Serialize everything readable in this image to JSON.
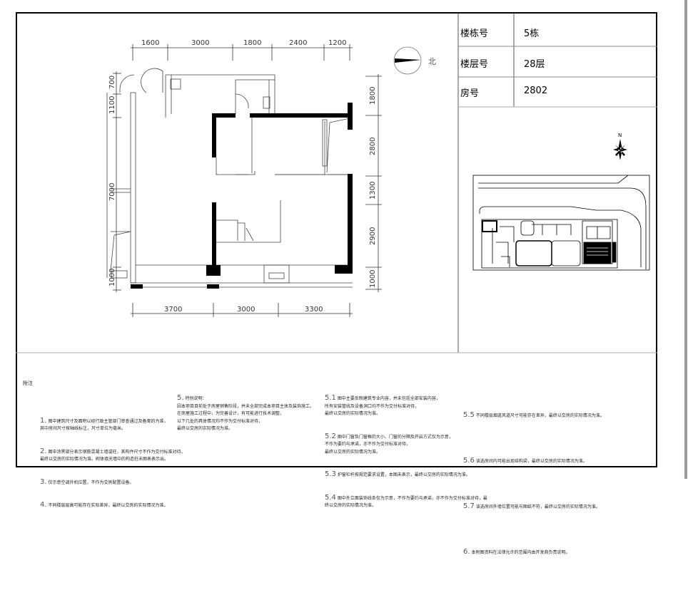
{
  "title_block": {
    "building_label": "楼栋号",
    "building_value": "5栋",
    "floor_label": "楼层号",
    "floor_value": "28层",
    "room_label": "房号",
    "room_value": "2802"
  },
  "north_label": "北",
  "site_compass_label": "N",
  "dimensions": {
    "top": [
      "1600",
      "3000",
      "1800",
      "2400",
      "1200"
    ],
    "bottom": [
      "3700",
      "3000",
      "3300"
    ],
    "right": [
      "1800",
      "2800",
      "1300",
      "2900",
      "1000"
    ],
    "left": [
      "700",
      "1100",
      "7000",
      "1000"
    ]
  },
  "notes": {
    "heading": "附注",
    "col1": [
      {
        "num": "1.",
        "text": "图中建筑尺寸及面积以经行政主管部门审查通过及备案的为准，\n其中房间尺寸按轴线标注，尺寸单位为毫米。"
      },
      {
        "num": "2.",
        "text": "图中涂黑部分表示钢筋混凝土墙或柱，其构件尺寸不作为交付标准对待，\n最终以交房的实际情况为准。砌体填充墙中的构造柱未图表表示出。"
      },
      {
        "num": "3.",
        "text": "仅示意空调外机位置，不作为交房配置设备。"
      },
      {
        "num": "4.",
        "text": "不同楼层层高可能存在实际差异，最终以交房的实际情况为准。"
      }
    ],
    "col2": [
      {
        "num": "5.",
        "text": "特别说明：\n因本项目目前处于房屋销售阶段，并未全部完成本项目主体及装饰施工。\n在房屋施工过程中，为完善设计，有可能进行技术调整，\n以下几处的具体情况均不作为交付标准对待，\n最终以交房的实际情况为准。"
      }
    ],
    "col3": [
      {
        "num": "5.1",
        "text": "图中主要反映建筑专业内容，并未包括全部安装内容，\n所有安装管线及设备洞口均不作为交付标准对待，\n最终以交房的实际情况为准。"
      },
      {
        "num": "5.2",
        "text": "图中门窗及门窗框的大小、门窗的分隔及开启方式仅为示意，\n不作为要约与承诺，亦不作为交付标准对待，\n最终以交房的实际情况为准。"
      },
      {
        "num": "5.3",
        "text": "护窗栏杆按规范要求设置，本图未表示，最终以交房的实际情况为准。"
      },
      {
        "num": "5.4",
        "text": "图中外立面装饰线条仅为示意，不作为要约与承诺，亦不作为交付标准对待，最\n终以交房的实际情况为准。"
      }
    ],
    "col4": [
      {
        "num": "5.5",
        "text": "不同楼层烟道风道尺寸可能存在差异，最终以交房的实际情况为准。"
      },
      {
        "num": "5.6",
        "text": "该选房间内可能出现结构梁，最终以交房的实际情况为准。"
      },
      {
        "num": "5.7",
        "text": "该选房间外墙位置可能与图纸不符，最终以交房的实际情况为准。"
      },
      {
        "num": "6.",
        "text": "本附图资料在法律允许的范围内由开发商负责说明。"
      }
    ]
  }
}
